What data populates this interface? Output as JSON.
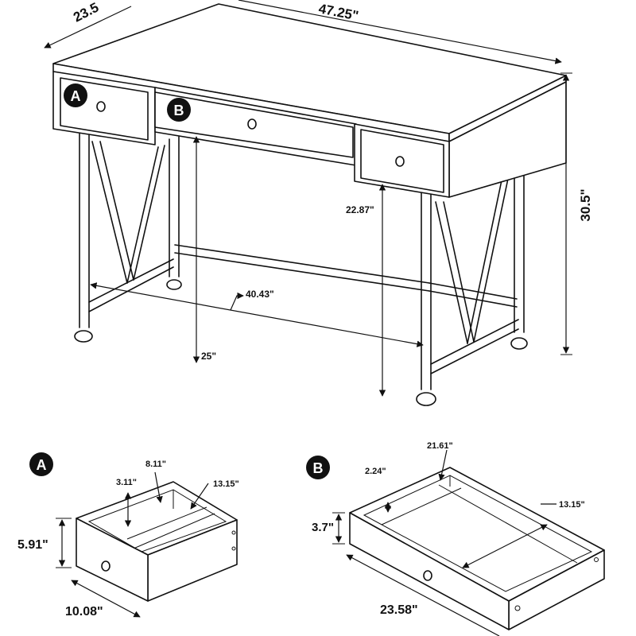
{
  "desk": {
    "callout_a": "A",
    "callout_b": "B",
    "dims": {
      "depth": "23.5",
      "width": "47.25\"",
      "height": "30.5\"",
      "leg_clearance": "22.87\"",
      "inner_width": "40.43\"",
      "knee_height": "25\""
    }
  },
  "drawer_a": {
    "label": "A",
    "dims": {
      "inner_width": "8.11\"",
      "inner_height": "3.11\"",
      "inner_depth": "13.15\"",
      "front_height": "5.91\"",
      "front_width": "10.08\""
    }
  },
  "drawer_b": {
    "label": "B",
    "dims": {
      "inner_width": "21.61\"",
      "inner_height": "2.24\"",
      "inner_depth": "13.15\"",
      "front_height": "3.7\"",
      "front_width": "23.58\""
    }
  }
}
